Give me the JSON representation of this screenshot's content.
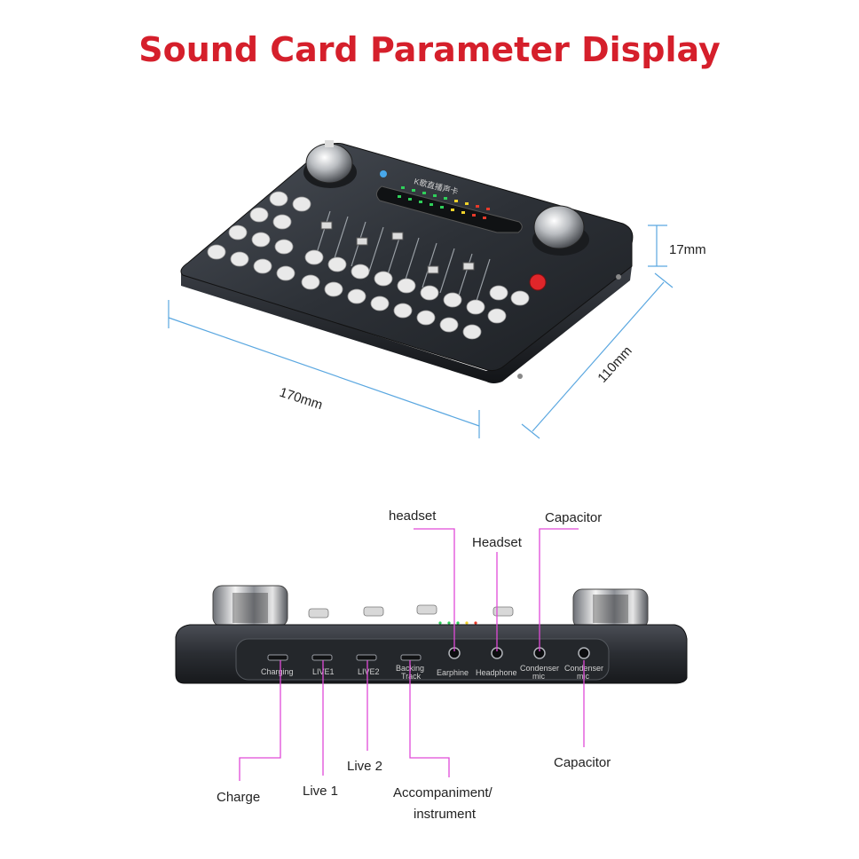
{
  "title": "Sound Card Parameter Display",
  "top_view": {
    "device_label": "K歌直播声卡",
    "dimensions": {
      "length": "170mm",
      "width": "110mm",
      "height": "17mm"
    }
  },
  "rear_ports": [
    {
      "name": "charging",
      "label": "Charging"
    },
    {
      "name": "live1",
      "label": "LIVE1"
    },
    {
      "name": "live2",
      "label": "LIVE2"
    },
    {
      "name": "backing-track",
      "label": "Backing\nTrack"
    },
    {
      "name": "earphine",
      "label": "Earphine"
    },
    {
      "name": "headphone",
      "label": "Headphone"
    },
    {
      "name": "condenser-mic-1",
      "label": "Condenser\nmic"
    },
    {
      "name": "condenser-mic-2",
      "label": "Condenser\nmic"
    }
  ],
  "callouts": {
    "headset_top": "headset",
    "headset_mid": "Headset",
    "capacitor_top": "Capacitor",
    "charge": "Charge",
    "live1": "Live 1",
    "live2": "Live 2",
    "accompaniment_line1": "Accompaniment/",
    "accompaniment_line2": "instrument",
    "capacitor_bottom": "Capacitor"
  },
  "colors": {
    "title": "#d51f2b",
    "callout_line": "#e04ad8",
    "dimension_line": "#5aa7e0",
    "device_body": "#2e3238",
    "button": "#e9e9e9"
  }
}
